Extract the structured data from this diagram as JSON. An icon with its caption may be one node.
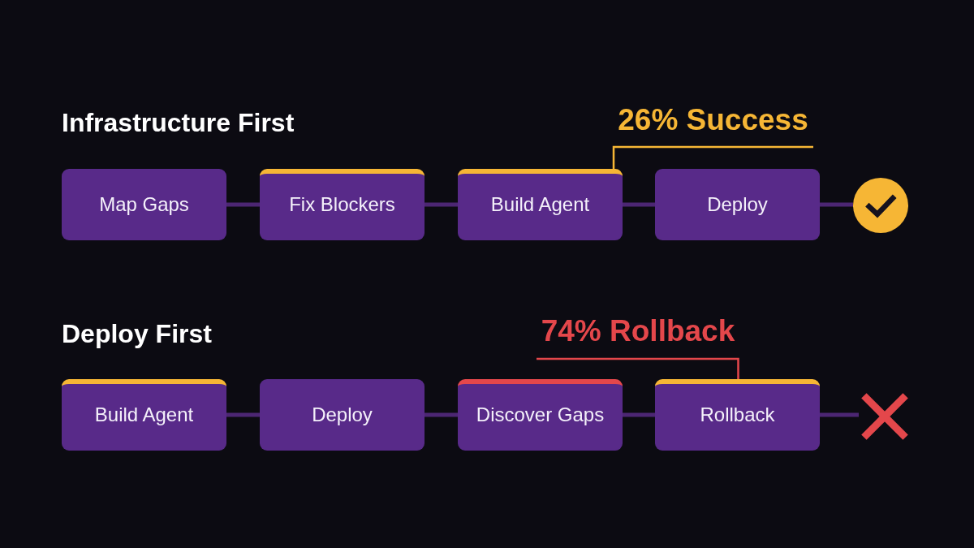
{
  "diagram": {
    "nodes": [
      {
        "text": [
          "Map Gaps"
        ]
      },
      {
        "text": [
          "Fix Blockers"
        ]
      },
      {
        "text": [
          "Build Agent"
        ]
      },
      {
        "text": [
          "Deploy"
        ]
      },
      {
        "text": [],
        "shape": "circle"
      },
      {
        "text": [
          "26% Success"
        ]
      },
      {
        "text": [
          "Build Agent"
        ]
      },
      {
        "text": [
          "Deploy"
        ]
      },
      {
        "text": [
          "Discover Gaps"
        ]
      },
      {
        "text": [
          "Rollback"
        ]
      },
      {
        "text": [],
        "shape": "cross"
      },
      {
        "text": [
          "74% Rollback"
        ]
      }
    ],
    "edges": [
      {
        "from": 0,
        "to": 1,
        "arrow": "none"
      },
      {
        "from": 1,
        "to": 2,
        "arrow": "none"
      },
      {
        "from": 2,
        "to": 3,
        "arrow": "none"
      },
      {
        "from": 3,
        "to": 4,
        "arrow": "none"
      },
      {
        "from": 5,
        "to": 2,
        "arrow": "none",
        "color": "#f6b635"
      },
      {
        "from": 6,
        "to": 7,
        "arrow": "none"
      },
      {
        "from": 7,
        "to": 8,
        "arrow": "none"
      },
      {
        "from": 8,
        "to": 9,
        "arrow": "none"
      },
      {
        "from": 9,
        "to": 10,
        "arrow": "none"
      },
      {
        "from": 11,
        "to": 9,
        "arrow": "none",
        "color": "#e4474b"
      }
    ],
    "labels": [
      "Infrastructure First",
      "Deploy First"
    ]
  }
}
